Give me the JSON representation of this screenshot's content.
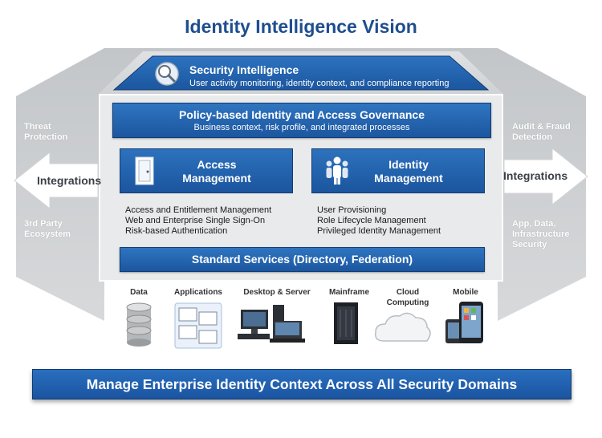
{
  "title": "Identity Intelligence Vision",
  "left": {
    "top_text": [
      "Threat",
      "Protection"
    ],
    "arrow_label": "Integrations",
    "bottom_text": [
      "3rd Party",
      "Ecosystem"
    ]
  },
  "right": {
    "top_text": [
      "Audit & Fraud",
      "Detection"
    ],
    "arrow_label": "Integrations",
    "bottom_text": [
      "App, Data,",
      "Infrastructure",
      "Security"
    ]
  },
  "security_intelligence": {
    "title": "Security Intelligence",
    "subtitle": "User activity monitoring, identity context, and compliance reporting"
  },
  "governance": {
    "title": "Policy-based Identity and Access Governance",
    "subtitle": "Business context, risk profile, and integrated processes"
  },
  "access_management": {
    "label_line1": "Access",
    "label_line2": "Management",
    "items": [
      "Access and Entitlement Management",
      "Web and Enterprise Single Sign-On",
      "Risk-based Authentication"
    ]
  },
  "identity_management": {
    "label_line1": "Identity",
    "label_line2": "Management",
    "items": [
      "User Provisioning",
      "Role Lifecycle Management",
      "Privileged Identity Management"
    ]
  },
  "standard_services": "Standard Services (Directory, Federation)",
  "domains": [
    {
      "label": "Data",
      "icon": "database-icon"
    },
    {
      "label": "Applications",
      "icon": "applications-icon"
    },
    {
      "label": "Desktop & Server",
      "icon": "desktop-server-icon"
    },
    {
      "label": "Mainframe",
      "icon": "mainframe-icon"
    },
    {
      "label": "Cloud Computing",
      "icon": "cloud-icon"
    },
    {
      "label": "Mobile",
      "icon": "mobile-icon"
    }
  ],
  "bottom_banner": "Manage Enterprise Identity Context Across All Security Domains",
  "colors": {
    "title": "#1f4e8f",
    "bar_blue": "#1f5ea8",
    "frame_gray": "#d2d4d6",
    "arrow_gray": "#e6e7e8"
  }
}
